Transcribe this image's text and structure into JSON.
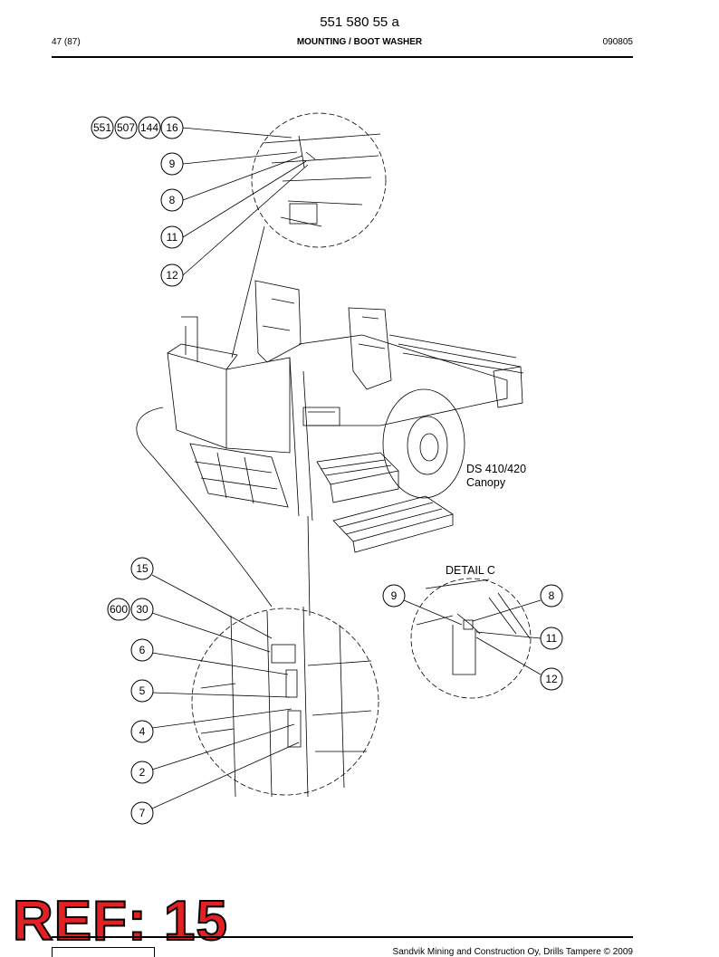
{
  "header": {
    "doc_number": "551 580 55 a",
    "page_count": "47 (87)",
    "section_title": "MOUNTING / BOOT WASHER",
    "date": "090805"
  },
  "callouts": {
    "top": [
      "551",
      "507",
      "144",
      "16",
      "9",
      "8",
      "11",
      "12"
    ],
    "bottom_left": [
      "15",
      "600",
      "30",
      "6",
      "5",
      "4",
      "2",
      "7"
    ],
    "detail_c": [
      "9",
      "8",
      "11",
      "12"
    ]
  },
  "captions": {
    "model": "DS 410/420",
    "variant": "Canopy",
    "detail": "DETAIL C"
  },
  "stamp": "REF: 15",
  "footer": {
    "copyright": "Sandvik Mining and Construction Oy, Drills Tampere © 2009"
  }
}
